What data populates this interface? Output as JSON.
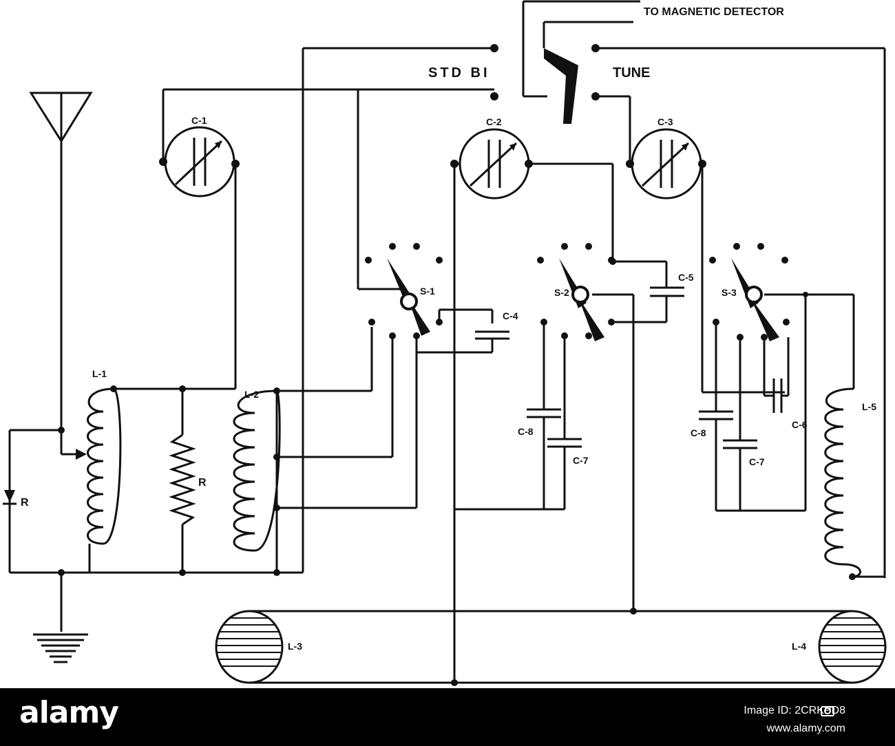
{
  "diagram": {
    "labels": {
      "detector": "TO MAGNETIC DETECTOR",
      "stdbi": "STD BI",
      "tune": "TUNE",
      "c1": "C-1",
      "c2": "C-2",
      "c3": "C-3",
      "c4": "C-4",
      "c5": "C-5",
      "c6": "C-6",
      "c7a": "C-7",
      "c7b": "C-7",
      "c8a": "C-8",
      "c8b": "C-8",
      "s1": "S-1",
      "s2": "S-2",
      "s3": "S-3",
      "l1": "L-1",
      "l2": "L-2",
      "l3": "L-3",
      "l4": "L-4",
      "l5": "L-5",
      "r1": "R",
      "r2": "R"
    }
  },
  "footer": {
    "brand": "alamy",
    "image_id": "Image ID: 2CRKPD8",
    "site": "www.alamy.com",
    "bg": "#000000",
    "fg": "#ffffff"
  }
}
